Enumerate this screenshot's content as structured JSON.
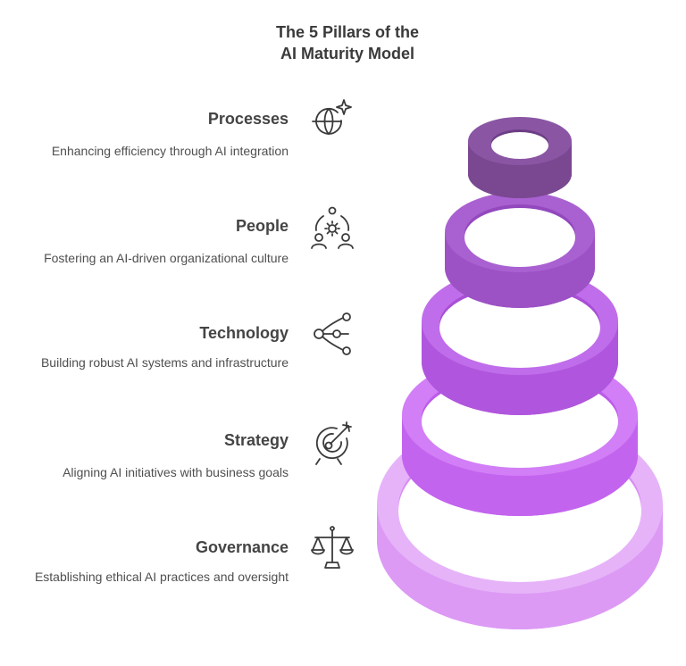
{
  "title": {
    "line1": "The 5 Pillars of the",
    "line2": "AI Maturity Model"
  },
  "pillars": [
    {
      "name": "Processes",
      "description": "Enhancing efficiency through AI integration",
      "icon": "globe-sparkle-icon",
      "color": "#7a4a92"
    },
    {
      "name": "People",
      "description": "Fostering an AI-driven organizational culture",
      "icon": "people-gear-icon",
      "color": "#9d55c8"
    },
    {
      "name": "Technology",
      "description": "Building robust AI systems and infrastructure",
      "icon": "share-network-icon",
      "color": "#b258e0"
    },
    {
      "name": "Strategy",
      "description": "Aligning AI initiatives with business goals",
      "icon": "target-arrow-icon",
      "color": "#c46af0"
    },
    {
      "name": "Governance",
      "description": "Establishing ethical AI practices and oversight",
      "icon": "scales-icon",
      "color": "#e2a8f7"
    }
  ]
}
